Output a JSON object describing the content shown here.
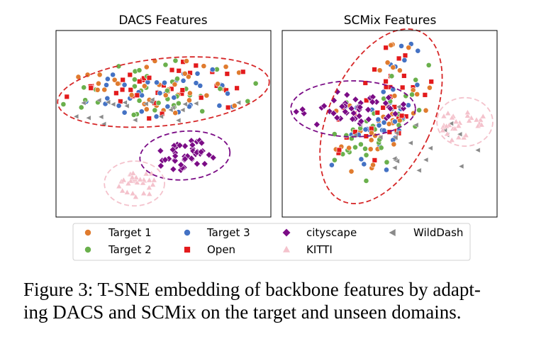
{
  "chart_data": [
    {
      "type": "scatter",
      "title": "DACS Features",
      "xlabel": "",
      "ylabel": "",
      "xlim": [
        0,
        100
      ],
      "ylim": [
        0,
        100
      ],
      "grid": false,
      "clusters": {
        "target": {
          "cx": 50,
          "cy": 68,
          "rx": 50,
          "ry": 16,
          "angle": 4,
          "n": 150
        },
        "cityscape": {
          "cx": 60,
          "cy": 33,
          "rx": 14,
          "ry": 9,
          "angle": 5,
          "n": 45
        },
        "kitti": {
          "cx": 37,
          "cy": 18,
          "rx": 10,
          "ry": 8,
          "angle": 0,
          "n": 30
        },
        "wilddash": {
          "cx": 46,
          "cy": 60,
          "rx": 42,
          "ry": 12,
          "angle": 6,
          "n": 22
        }
      },
      "ellipses": [
        {
          "series": "all-targets",
          "color": "#d62728",
          "cx": 50,
          "cy": 67,
          "rx": 49.5,
          "ry": 18,
          "angle": 6
        },
        {
          "series": "cityscape",
          "color": "#7b0c86",
          "cx": 60,
          "cy": 33,
          "rx": 21,
          "ry": 13,
          "angle": 5
        },
        {
          "series": "KITTI",
          "color": "#f4c2cc",
          "cx": 36.5,
          "cy": 18,
          "rx": 14,
          "ry": 12,
          "angle": 0
        }
      ]
    },
    {
      "type": "scatter",
      "title": "SCMix Features",
      "xlabel": "",
      "ylabel": "",
      "xlim": [
        0,
        100
      ],
      "ylim": [
        0,
        100
      ],
      "grid": false,
      "clusters": {
        "target": {
          "cx": 45,
          "cy": 55,
          "rx": 21,
          "ry": 42,
          "angle": -25,
          "n": 150
        },
        "cityscape": {
          "cx": 33,
          "cy": 58,
          "rx": 28,
          "ry": 12,
          "angle": 0,
          "n": 45
        },
        "kitti": {
          "cx": 84,
          "cy": 50,
          "rx": 11,
          "ry": 10,
          "angle": 0,
          "n": 30
        },
        "wilddash": {
          "cx": 58,
          "cy": 40,
          "rx": 35,
          "ry": 22,
          "angle": -20,
          "n": 22
        }
      },
      "ellipses": [
        {
          "series": "all-targets",
          "color": "#d62728",
          "cx": 46,
          "cy": 54,
          "rx": 24,
          "ry": 50,
          "angle": -25
        },
        {
          "series": "cityscape",
          "color": "#7b0c86",
          "cx": 33,
          "cy": 58,
          "rx": 29,
          "ry": 15,
          "angle": 0
        },
        {
          "series": "KITTI",
          "color": "#f4c2cc",
          "cx": 85,
          "cy": 51,
          "rx": 13,
          "ry": 13,
          "angle": 0
        }
      ]
    }
  ],
  "legend": {
    "placement": "bottom",
    "entries": [
      {
        "key": "target1",
        "label": "Target 1",
        "marker": "circle",
        "color": "#e07b2e"
      },
      {
        "key": "target2",
        "label": "Target 2",
        "marker": "circle",
        "color": "#6ab04c"
      },
      {
        "key": "target3",
        "label": "Target 3",
        "marker": "circle",
        "color": "#4472c4"
      },
      {
        "key": "open",
        "label": "Open",
        "marker": "square",
        "color": "#e31a1c"
      },
      {
        "key": "cityscape",
        "label": "cityscape",
        "marker": "diamond",
        "color": "#7b0c86"
      },
      {
        "key": "kitti",
        "label": "KITTI",
        "marker": "triangle-up",
        "color": "#f4c2cc"
      },
      {
        "key": "wilddash",
        "label": "WildDash",
        "marker": "triangle-left",
        "color": "#8a8a8a"
      }
    ]
  },
  "caption": {
    "line1": "Figure 3: T-SNE embedding of backbone features by adapt-",
    "line2": "ing DACS and SCMix on the target and unseen domains."
  }
}
